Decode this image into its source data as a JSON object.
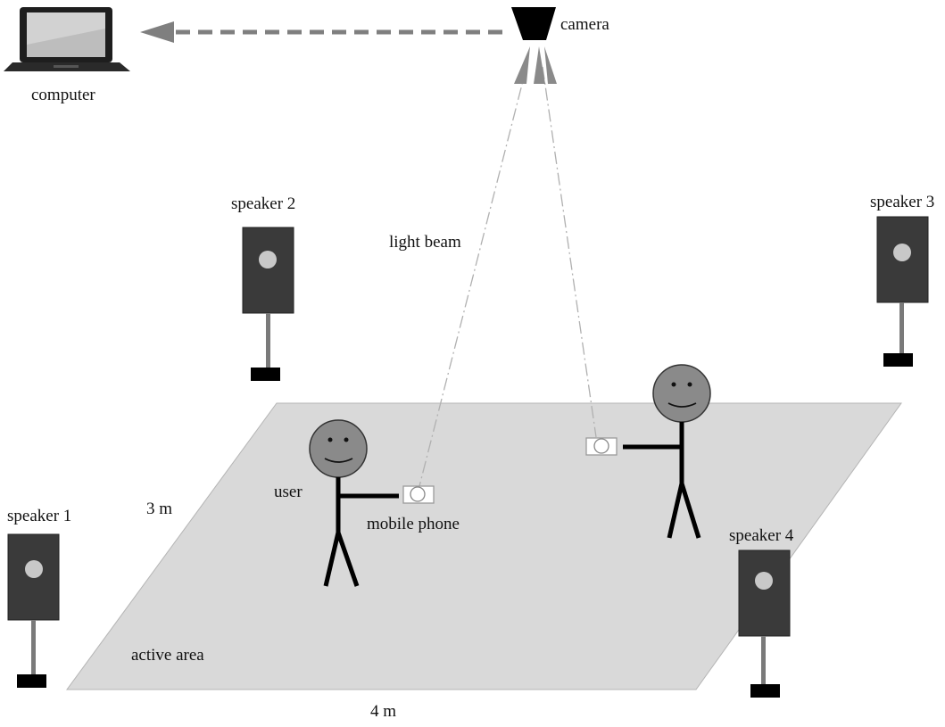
{
  "labels": {
    "computer": "computer",
    "camera": "camera",
    "light_beam": "light beam",
    "speaker_1": "speaker 1",
    "speaker_2": "speaker 2",
    "speaker_3": "speaker 3",
    "speaker_4": "speaker 4",
    "user": "user",
    "mobile_phone": "mobile phone",
    "height_dim": "3 m",
    "width_dim": "4 m",
    "active_area": "active area"
  },
  "colors": {
    "floor": "#d9d9d9",
    "floor_stroke": "#b5b5b5",
    "speaker_body": "#3a3a3a",
    "speaker_cone": "#c8c8c8",
    "speaker_stand": "#7a7a7a",
    "speaker_base": "#000000",
    "face": "#8a8a8a",
    "arrow": "#7f7f7f",
    "beam": "#b0b0b0",
    "camera": "#000000"
  },
  "icons": [
    "laptop-icon",
    "camera-icon",
    "speaker-icon",
    "stick-figure-icon",
    "mobile-phone-icon",
    "dashed-arrow-icon"
  ]
}
